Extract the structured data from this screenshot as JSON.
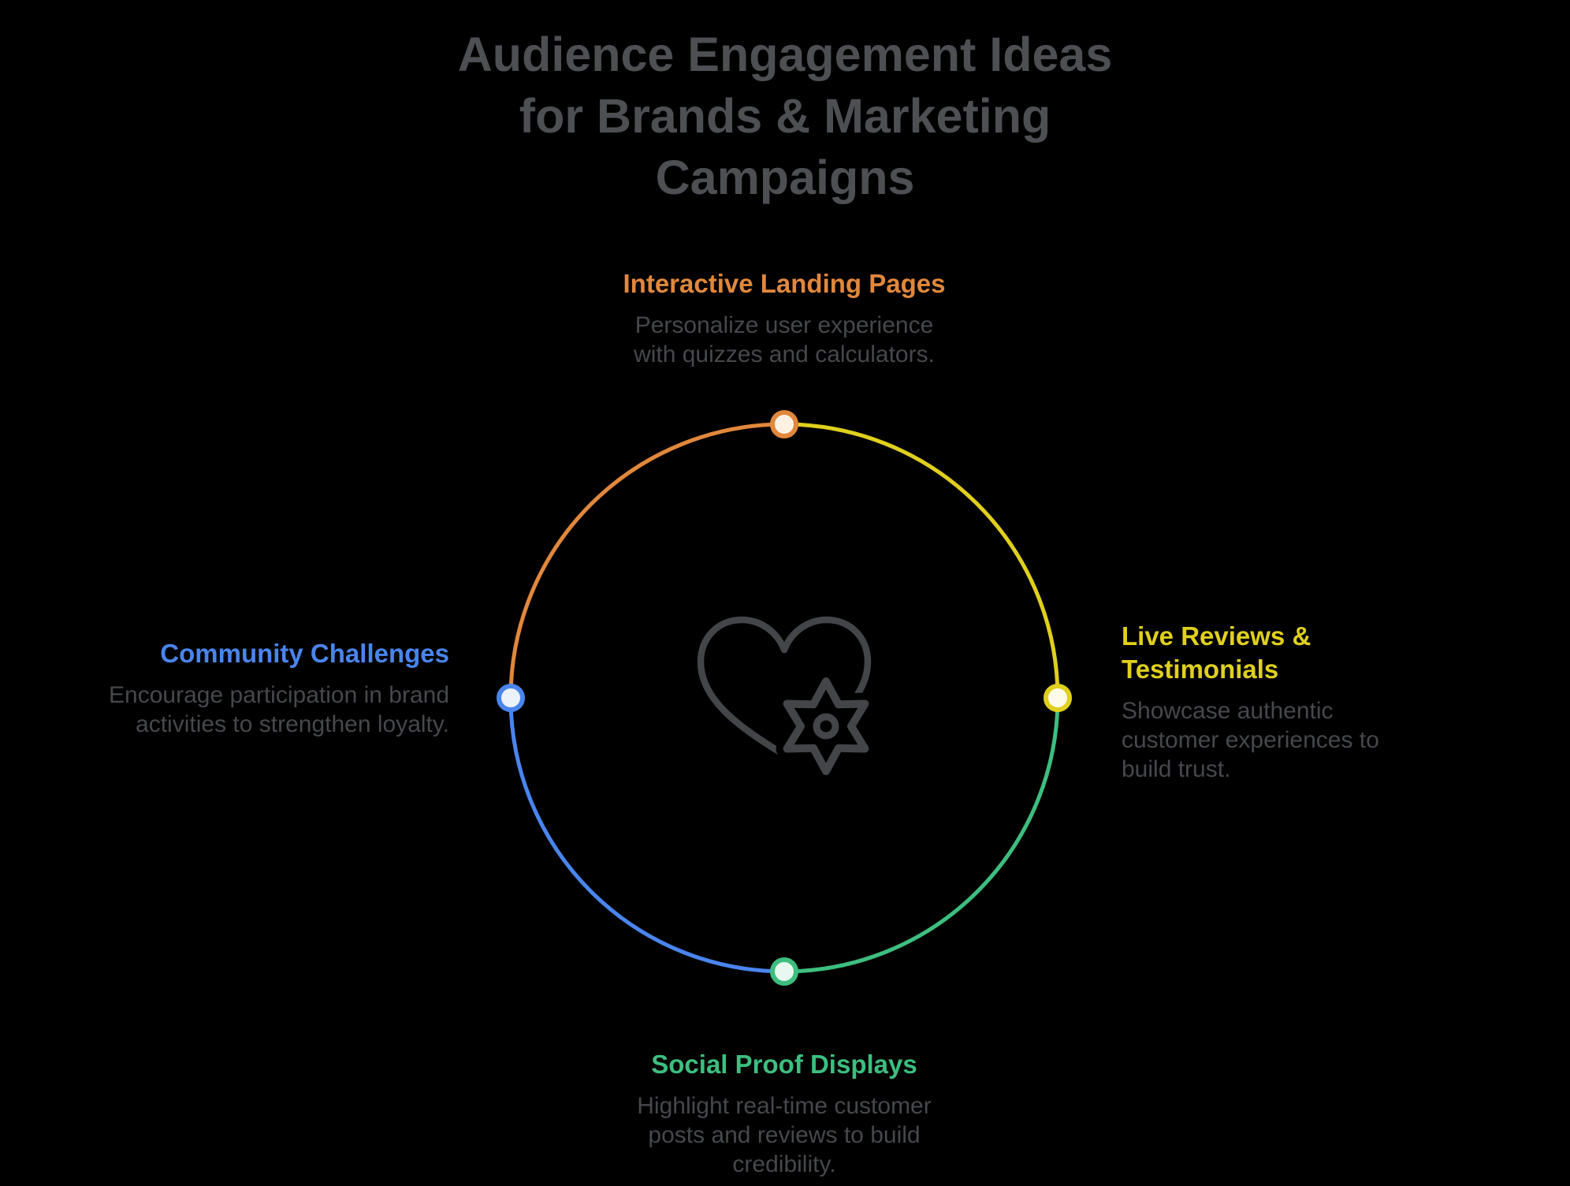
{
  "background": "#000000",
  "title": {
    "lines": [
      "Audience Engagement Ideas",
      "for Brands & Marketing",
      "Campaigns"
    ],
    "color": "#4D4F53"
  },
  "text_color": "#46484C",
  "center_icon": {
    "name": "heart-gear-icon",
    "color": "#434548"
  },
  "ring": {
    "stroke_width": 5,
    "radius": 347
  },
  "items": [
    {
      "id": "interactive-landing-pages",
      "position": "top",
      "label": "Interactive Landing Pages",
      "description": "Personalize user experience with quizzes and calculators.",
      "color": "#E1883C",
      "dot_fill": "#FCF2E4"
    },
    {
      "id": "live-reviews-testimonials",
      "position": "right",
      "label": "Live Reviews & Testimonials",
      "description": "Showcase authentic customer experiences to build trust.",
      "color": "#E0D01D",
      "dot_fill": "#FEFCE8"
    },
    {
      "id": "social-proof-displays",
      "position": "bottom",
      "label": "Social Proof Displays",
      "description": "Highlight real-time customer posts and reviews to build credibility.",
      "color": "#3DBE7F",
      "dot_fill": "#E8F7EF"
    },
    {
      "id": "community-challenges",
      "position": "left",
      "label": "Community Challenges",
      "description": "Encourage participation in brand activities to strengthen loyalty.",
      "color": "#4A85EE",
      "dot_fill": "#ECF2FC"
    }
  ]
}
